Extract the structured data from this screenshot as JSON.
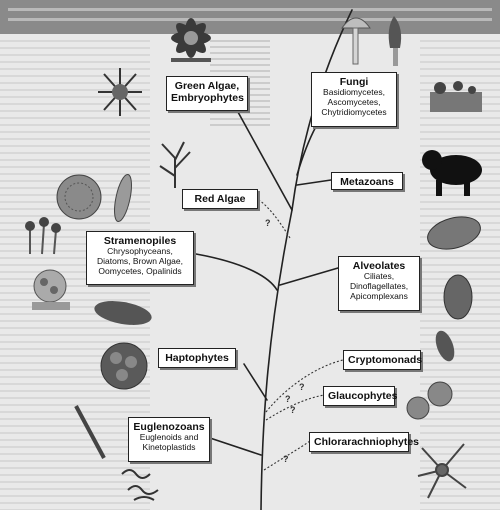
{
  "groups": {
    "green_algae": {
      "title": "Green Algae,",
      "title2": "Embryophytes"
    },
    "fungi": {
      "title": "Fungi",
      "subtitle": "Basidiomycetes,",
      "subtitle2": "Ascomycetes,",
      "subtitle3": "Chytridiomycetes"
    },
    "metazoans": {
      "title": "Metazoans"
    },
    "red_algae": {
      "title": "Red Algae"
    },
    "stramenopiles": {
      "title": "Stramenopiles",
      "subtitle": "Chrysophyceans,",
      "subtitle2": "Diatoms, Brown Algae,",
      "subtitle3": "Oomycetes, Opalinids"
    },
    "alveolates": {
      "title": "Alveolates",
      "subtitle": "Ciliates,",
      "subtitle2": "Dinoflagellates,",
      "subtitle3": "Apicomplexans"
    },
    "haptophytes": {
      "title": "Haptophytes"
    },
    "cryptomonads": {
      "title": "Cryptomonads"
    },
    "glaucophytes": {
      "title": "Glaucophytes"
    },
    "euglenozoans": {
      "title": "Euglenozoans",
      "subtitle": "Euglenoids and",
      "subtitle2": "Kinetoplastids"
    },
    "chlorarachniophytes": {
      "title": "Chlorarachniophytes"
    }
  },
  "uncertain_marks": [
    "?",
    "?",
    "?",
    "?",
    "?"
  ]
}
